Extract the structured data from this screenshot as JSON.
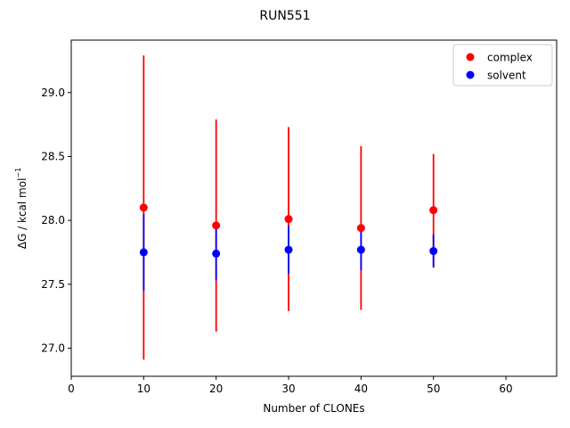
{
  "chart_data": {
    "type": "scatter",
    "title": "RUN551",
    "xlabel": "Number of CLONEs",
    "ylabel_main": "ΔG / kcal mol",
    "ylabel_sup": "−1",
    "xlim": [
      0,
      67
    ],
    "ylim": [
      26.78,
      29.41
    ],
    "xticks": [
      0,
      10,
      20,
      30,
      40,
      50,
      60
    ],
    "yticks": [
      27.0,
      27.5,
      28.0,
      28.5,
      29.0
    ],
    "xtick_labels": [
      "0",
      "10",
      "20",
      "30",
      "40",
      "50",
      "60"
    ],
    "ytick_labels": [
      "27.0",
      "27.5",
      "28.0",
      "28.5",
      "29.0"
    ],
    "grid": false,
    "legend_position": "top-right",
    "series": [
      {
        "name": "complex",
        "color": "#ff0000",
        "x": [
          10,
          20,
          30,
          40,
          50
        ],
        "y": [
          28.1,
          27.96,
          28.01,
          27.94,
          28.08
        ],
        "err": [
          1.19,
          0.83,
          0.72,
          0.64,
          0.44
        ]
      },
      {
        "name": "solvent",
        "color": "#0000ff",
        "x": [
          10,
          20,
          30,
          40,
          50
        ],
        "y": [
          27.75,
          27.74,
          27.77,
          27.77,
          27.76
        ],
        "err": [
          0.3,
          0.21,
          0.19,
          0.16,
          0.13
        ]
      }
    ]
  }
}
